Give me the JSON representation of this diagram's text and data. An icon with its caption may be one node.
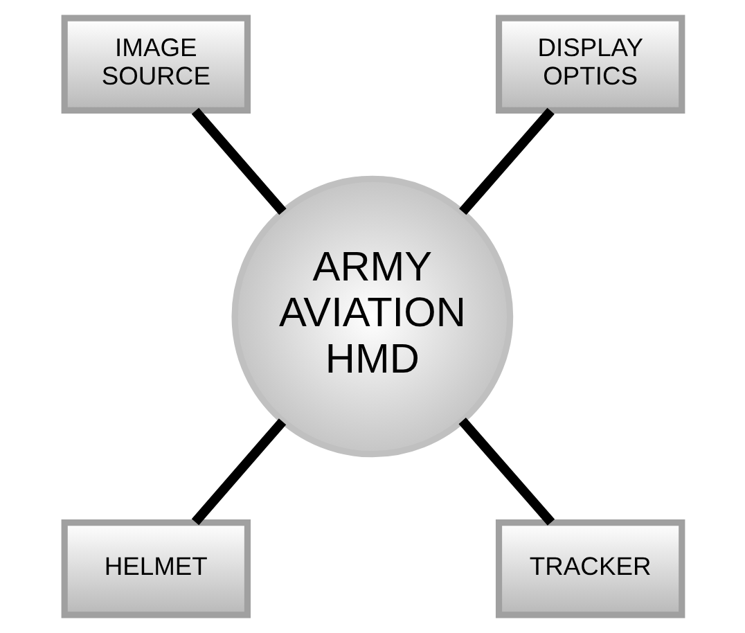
{
  "diagram": {
    "nodes": [
      {
        "text": [
          "IMAGE SOURCE"
        ]
      },
      {
        "text": [
          "DISPLAY OPTICS"
        ]
      },
      {
        "text": [
          "ARMY AVIATION HMD"
        ]
      },
      {
        "text": [
          "HELMET"
        ]
      },
      {
        "text": [
          "TRACKER"
        ]
      }
    ],
    "edges": [
      {
        "from": 0,
        "to": 2,
        "arrow": "none"
      },
      {
        "from": 1,
        "to": 2,
        "arrow": "none"
      },
      {
        "from": 2,
        "to": 3,
        "arrow": "none"
      },
      {
        "from": 2,
        "to": 4,
        "arrow": "none"
      }
    ]
  }
}
